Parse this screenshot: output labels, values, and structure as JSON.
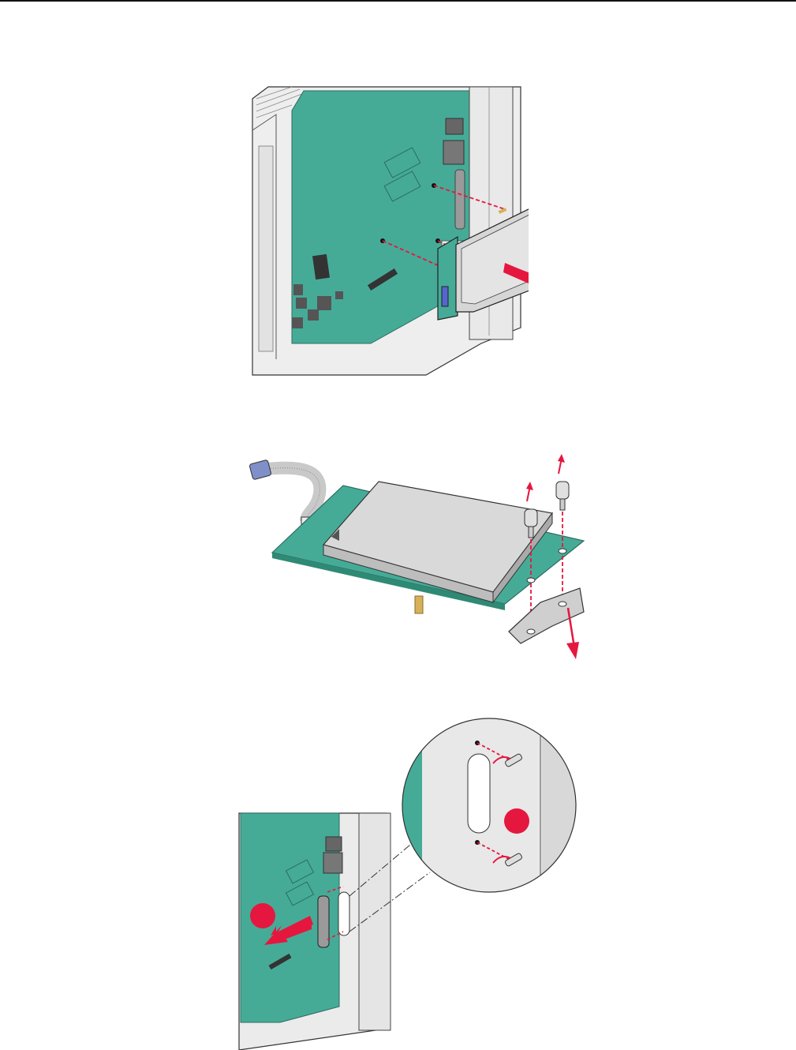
{
  "document": {
    "header_rule": true,
    "illustrations": [
      {
        "name": "remove-hard-disk-from-board",
        "icon": "printer-board-illustration"
      },
      {
        "name": "remove-standoffs-and-bracket",
        "icon": "hard-disk-assembly-illustration"
      },
      {
        "name": "remove-port-cover-screws",
        "icon": "port-cover-illustration"
      }
    ],
    "colors": {
      "board_green": "#45ab97",
      "arrow_red": "#e5173f",
      "metal_gray": "#d4d4d4",
      "connector_blue": "#7f8fc8"
    }
  }
}
